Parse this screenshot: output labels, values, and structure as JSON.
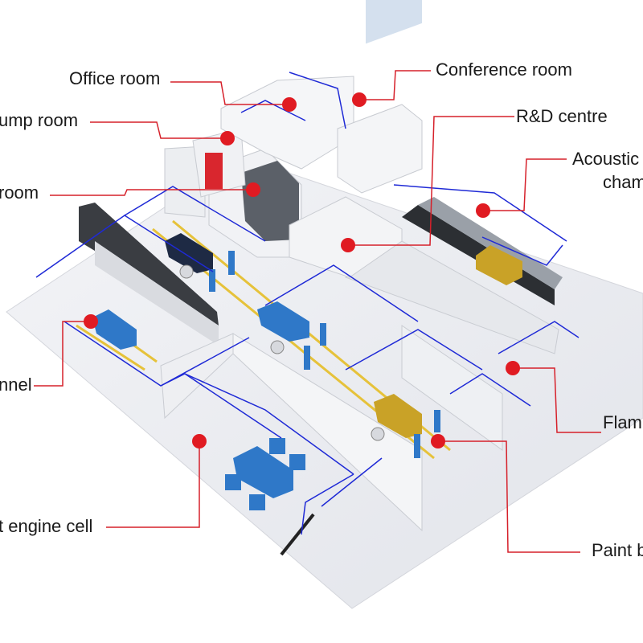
{
  "labels": {
    "office_room": "Office room",
    "pump_room": "ump room",
    "room": "room",
    "tunnel": "nnel",
    "engine_cell": "t engine cell",
    "conference_room": "Conference room",
    "rd_centre": "R&D centre",
    "acoustic_line1": "Acoustic",
    "acoustic_line2": "cham",
    "flam": "Flam",
    "paint": "Paint b"
  },
  "colors": {
    "marker": "#e01b22",
    "leader": "#d6202a",
    "wire": "#1f2ad6",
    "floor": "#e9eaee",
    "wall": "#f7f7f9",
    "car_blue": "#2f78c8",
    "car_gold": "#c9a227",
    "track_yellow": "#e6c23a"
  }
}
